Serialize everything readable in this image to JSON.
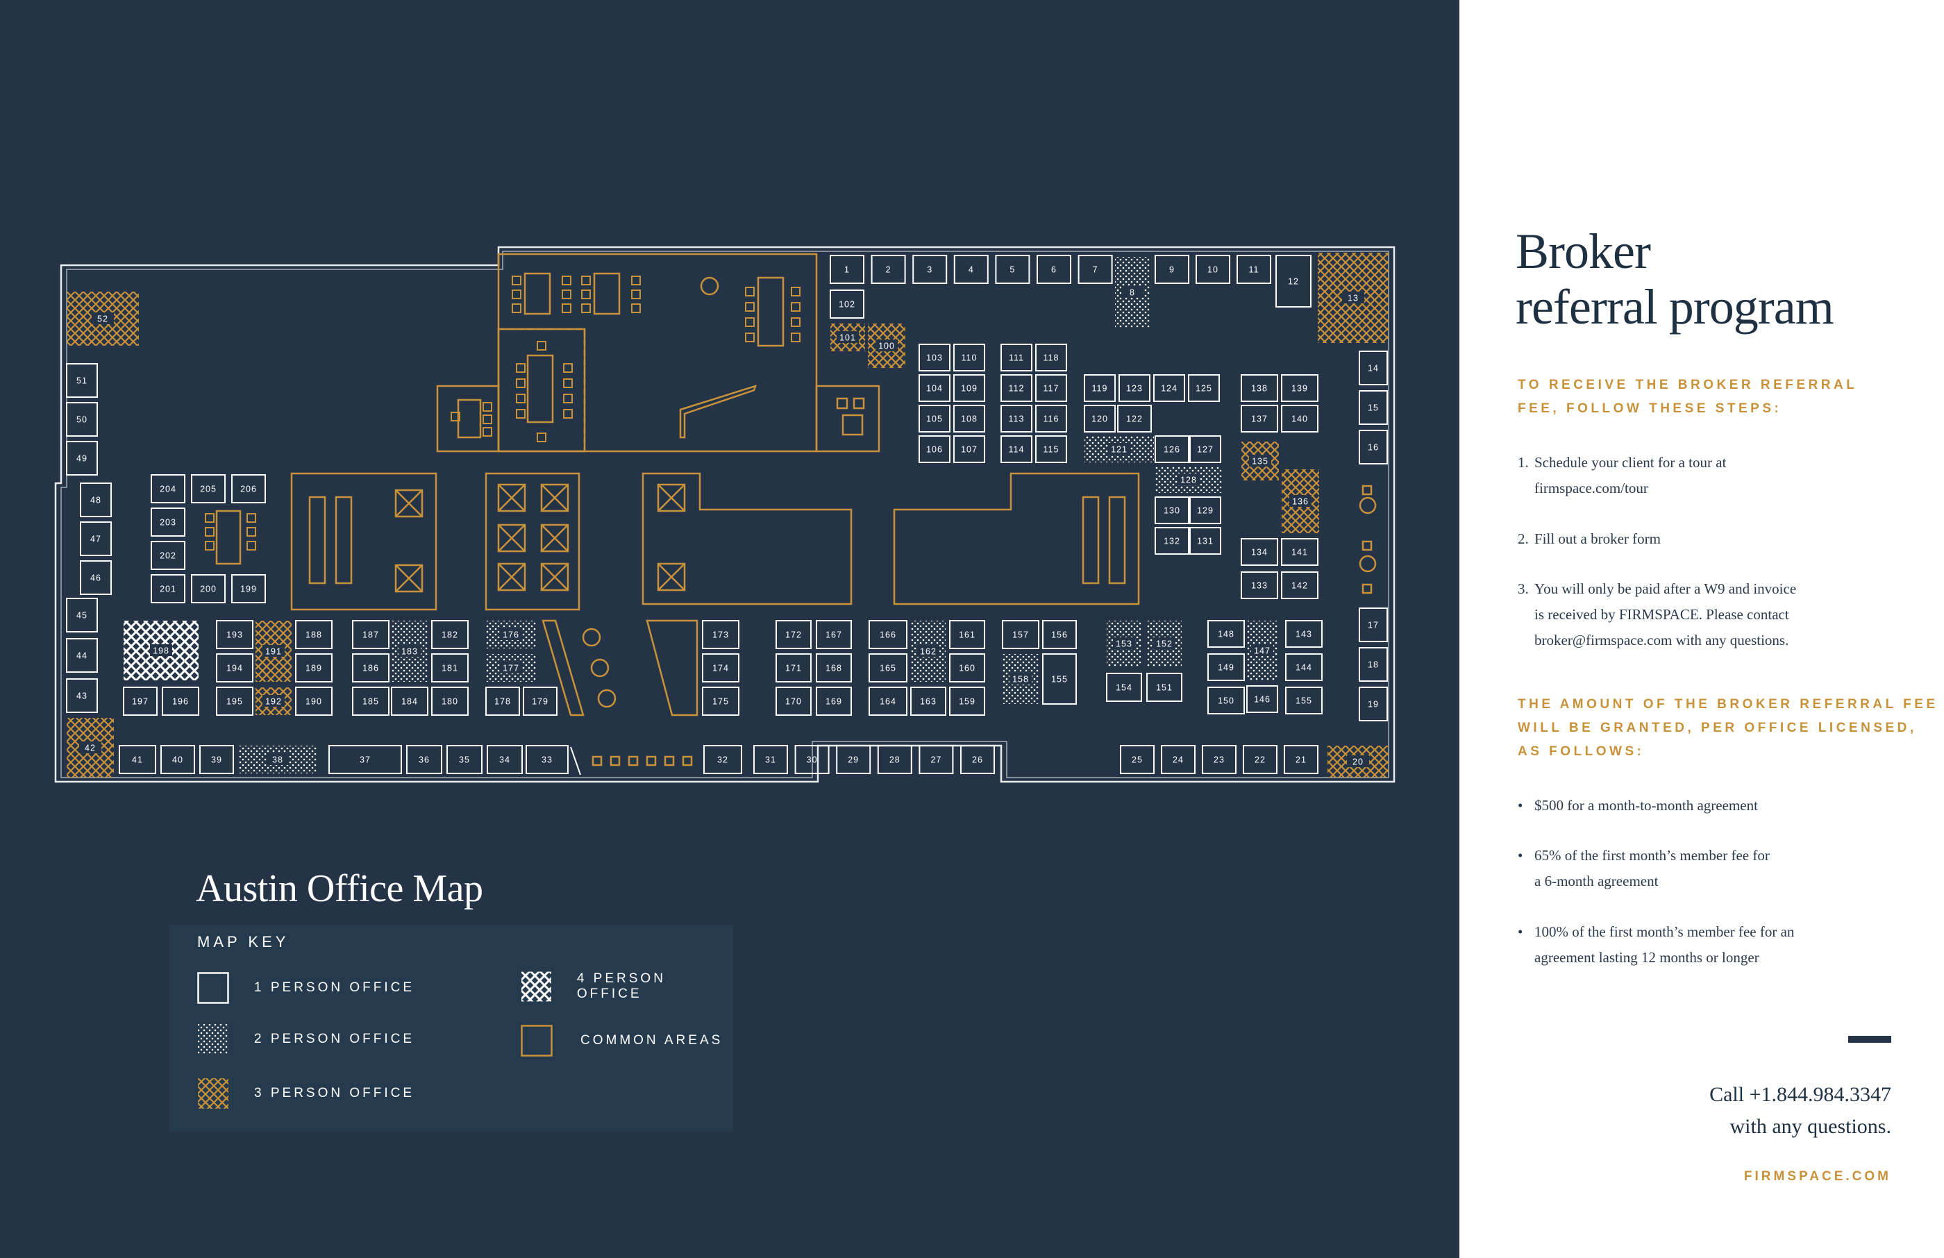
{
  "map": {
    "title": "Austin Office Map",
    "key_heading": "MAP KEY",
    "key": [
      {
        "label": "1 PERSON OFFICE",
        "pattern": "plain"
      },
      {
        "label": "2 PERSON OFFICE",
        "pattern": "dots"
      },
      {
        "label": "3 PERSON OFFICE",
        "pattern": "gold-hatch"
      },
      {
        "label": "4 PERSON OFFICE",
        "pattern": "white-hatch"
      },
      {
        "label": "COMMON AREAS",
        "pattern": "common"
      }
    ],
    "offices": {
      "plain": [
        "1",
        "2",
        "3",
        "4",
        "5",
        "6",
        "7",
        "9",
        "10",
        "11",
        "12",
        "14",
        "15",
        "16",
        "17",
        "18",
        "19",
        "21",
        "22",
        "23",
        "24",
        "25",
        "26",
        "27",
        "28",
        "29",
        "30",
        "31",
        "32",
        "33",
        "34",
        "35",
        "36",
        "37",
        "39",
        "40",
        "41",
        "43",
        "44",
        "45",
        "46",
        "47",
        "48",
        "49",
        "50",
        "51",
        "102",
        "103",
        "104",
        "105",
        "106",
        "107",
        "108",
        "109",
        "110",
        "111",
        "112",
        "113",
        "114",
        "115",
        "116",
        "117",
        "118",
        "119",
        "120",
        "122",
        "123",
        "124",
        "125",
        "126",
        "127",
        "129",
        "130",
        "131",
        "132",
        "133",
        "134",
        "137",
        "138",
        "139",
        "140",
        "141",
        "142",
        "143",
        "144",
        "146",
        "148",
        "149",
        "150",
        "151",
        "154",
        "155",
        "156",
        "157",
        "159",
        "160",
        "161",
        "163",
        "164",
        "165",
        "166",
        "167",
        "168",
        "169",
        "170",
        "171",
        "172",
        "173",
        "174",
        "175",
        "178",
        "179",
        "180",
        "181",
        "182",
        "184",
        "185",
        "186",
        "187",
        "188",
        "189",
        "190",
        "193",
        "194",
        "195",
        "196",
        "197",
        "199",
        "200",
        "201",
        "202",
        "203",
        "204",
        "205",
        "206"
      ],
      "two_person": [
        "8",
        "38",
        "121",
        "128",
        "147",
        "152",
        "153",
        "158",
        "162",
        "176",
        "177",
        "183"
      ],
      "three_person": [
        "13",
        "20",
        "42",
        "52",
        "100",
        "101",
        "135",
        "136",
        "191",
        "192"
      ],
      "four_person": [
        "198"
      ]
    }
  },
  "program": {
    "title_line1": "Broker",
    "title_line2": "referral program",
    "steps_heading_line1": "TO RECEIVE THE BROKER REFERRAL",
    "steps_heading_line2": "FEE, FOLLOW THESE STEPS:",
    "step1_num": "1.",
    "step1_line1": "Schedule your client for a tour at",
    "step1_line2": "firmspace.com/tour",
    "step2_num": "2.",
    "step2_line1": "Fill out a broker form",
    "step3_num": "3.",
    "step3_line1": "You will only be paid after a W9 and invoice",
    "step3_line2": "is received by FIRMSPACE. Please contact",
    "step3_line3": "broker@firmspace.com with any questions.",
    "fee_heading_line1": "THE AMOUNT OF THE BROKER REFERRAL FEE",
    "fee_heading_line2": "WILL BE GRANTED, PER OFFICE LICENSED,",
    "fee_heading_line3": "AS FOLLOWS:",
    "bullet": "•",
    "fee1_line1": "$500 for a month-to-month agreement",
    "fee2_line1": "65% of the first month’s member fee for",
    "fee2_line2": "a 6-month agreement",
    "fee3_line1": "100% of the first month’s member fee for an",
    "fee3_line2": "agreement lasting 12 months or longer",
    "call_line1": "Call +1.844.984.3347",
    "call_line2": "with any questions.",
    "website": "FIRMSPACE.COM"
  },
  "colors": {
    "background": "#243446",
    "key_panel": "#263a4d",
    "line": "#ffffff",
    "gold": "#c8923a",
    "title_text": "#1e3042"
  }
}
